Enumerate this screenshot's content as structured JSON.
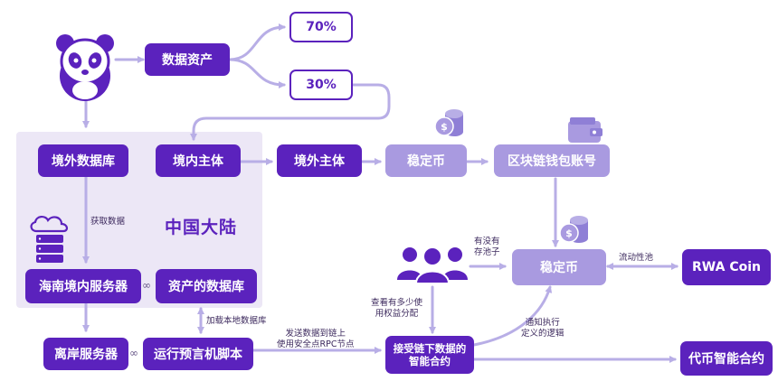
{
  "region": {
    "label": "中国大陆"
  },
  "nodes": {
    "data_assets": "数据资产",
    "pct_70": "70%",
    "pct_30": "30%",
    "offshore_db": "境外数据库",
    "domestic_entity": "境内主体",
    "offshore_entity": "境外主体",
    "stablecoin_top": "稳定币",
    "wallet": "区块链钱包账号",
    "hainan_server": "海南境内服务器",
    "asset_db": "资产的数据库",
    "stablecoin_mid": "稳定币",
    "rwa_coin": "RWA Coin",
    "offshore_server": "离岸服务器",
    "oracle_script": "运行预言机脚本",
    "smart_contract": "接受链下数据的\n智能合约",
    "token_contract": "代币智能合约"
  },
  "labels": {
    "fetch_data": "获取数据",
    "load_local_db": "加载本地数据库",
    "send_to_chain": "发送数据到链上\n使用安全点RPC节点",
    "has_pool": "有没有\n存池子",
    "liquidity_pool": "流动性池",
    "check_rights": "查看有多少使\n用权益分配",
    "notify_exec": "通知执行\n定义的逻辑"
  },
  "colors": {
    "dark": "#5b22bd",
    "light": "#a99ae0",
    "line": "#b8aee6",
    "region": "#ece7f6"
  },
  "icons": [
    "panda-icon",
    "coin-stack-icon",
    "wallet-icon",
    "cloud-server-icon",
    "people-group-icon",
    "link-icon"
  ]
}
